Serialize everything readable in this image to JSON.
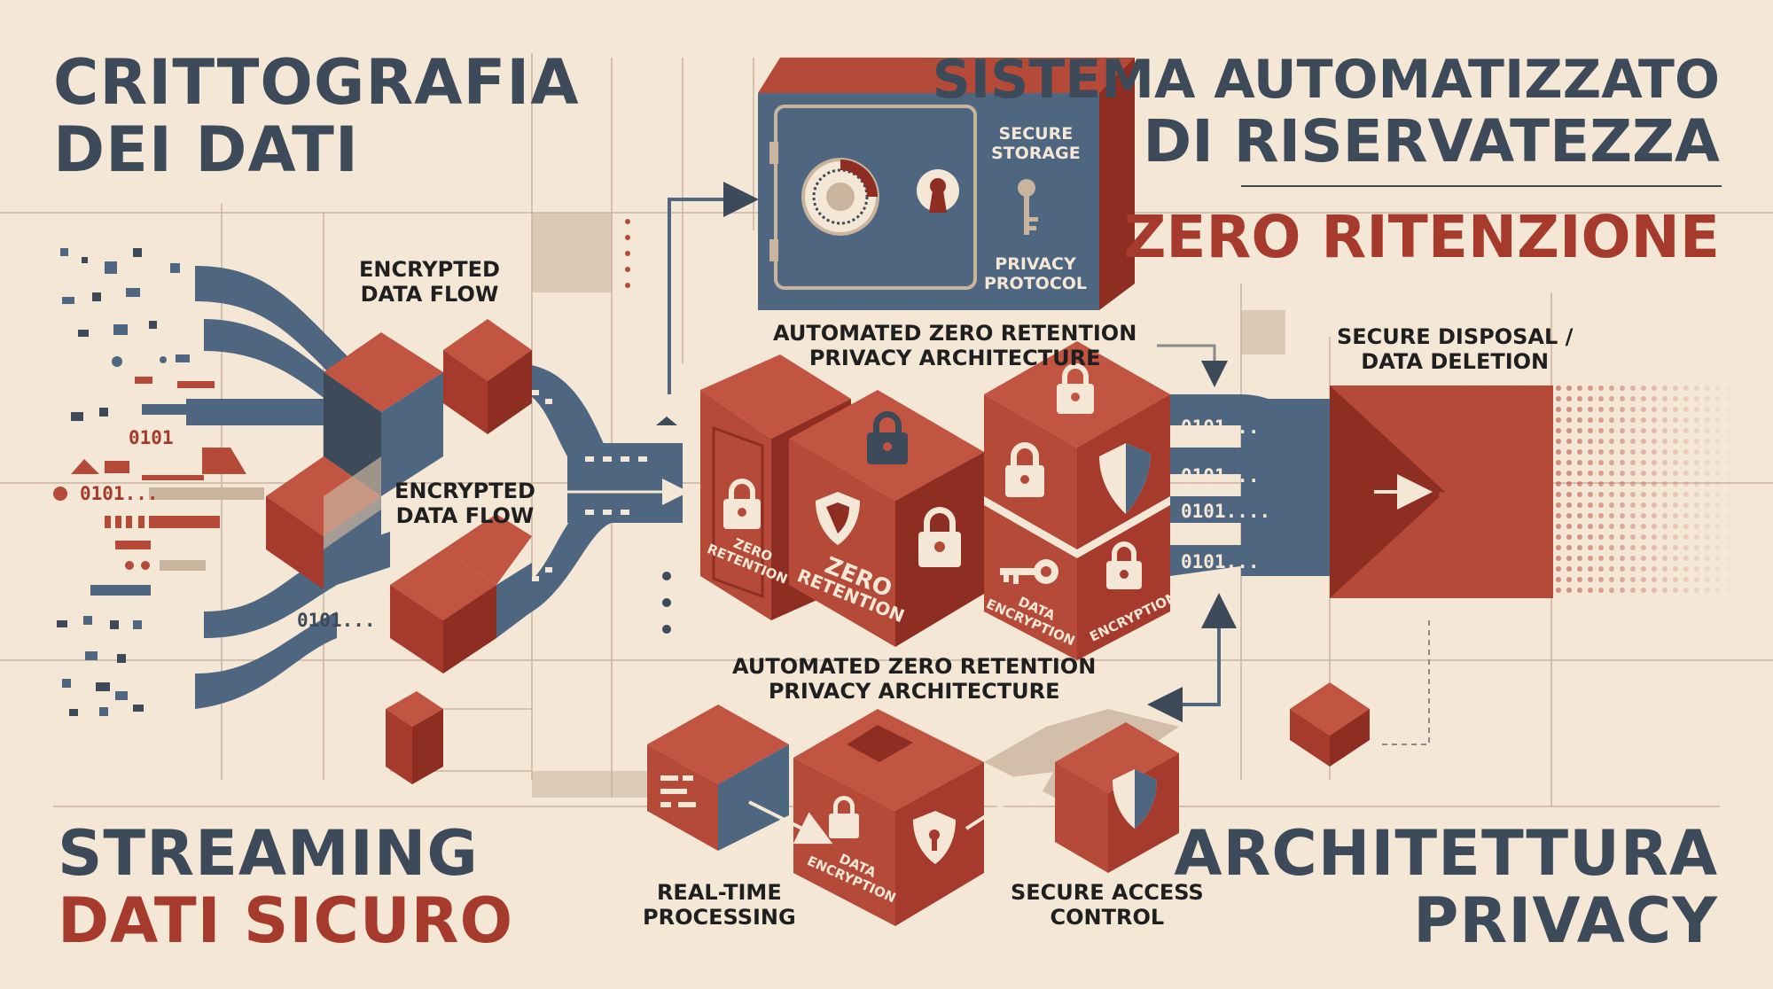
{
  "corners": {
    "top_left": [
      "CRITTOGRAFIA",
      "DEI DATI"
    ],
    "top_right": [
      "SISTEMA AUTOMATIZZATO",
      "DI RISERVATEZZA"
    ],
    "top_right_sub": "ZERO RITENZIONE",
    "bottom_left": [
      "STREAMING",
      "DATI SICURO"
    ],
    "bottom_right": [
      "ARCHITETTURA",
      "PRIVACY"
    ]
  },
  "labels": {
    "encrypted_flow_1": [
      "ENCRYPTED",
      "DATA FLOW"
    ],
    "encrypted_flow_2": [
      "ENCRYPTED",
      "DATA FLOW"
    ],
    "secure_storage": [
      "SECURE",
      "STORAGE"
    ],
    "privacy_protocol": [
      "PRIVACY",
      "PROTOCOL"
    ],
    "architecture_top": [
      "AUTOMATED ZERO RETENTION",
      "PRIVACY ARCHITECTURE"
    ],
    "architecture_bottom": [
      "AUTOMATED ZERO RETENTION",
      "PRIVACY ARCHITECTURE"
    ],
    "secure_disposal": [
      "SECURE DISPOSAL /",
      "DATA DELETION"
    ],
    "real_time": [
      "REAL-TIME",
      "PROCESSING"
    ],
    "access_control": [
      "SECURE ACCESS",
      "CONTROL"
    ]
  },
  "cube_labels": {
    "zero_retention_a": [
      "ZERO",
      "RETENTION"
    ],
    "zero_retention_b": [
      "ZERO",
      "RETENTION"
    ],
    "data_encryption_a": [
      "DATA",
      "ENCRYPTION"
    ],
    "encryption": "ENCRYPTION",
    "data_encryption_b": [
      "DATA",
      "ENCRYPTION"
    ]
  },
  "binary": {
    "left_a": "0101",
    "left_b": "0101...",
    "left_c": "0101...",
    "right": [
      "0101...",
      "0101...",
      "0101....",
      "0101..."
    ]
  },
  "colors": {
    "background": "#f4e7d6",
    "slate": "#4f6680",
    "rust": "#b54a38",
    "rust_dark": "#8e2e22",
    "ink": "#3d4a5a"
  },
  "icons": [
    "padlock-icon",
    "shield-icon",
    "key-icon",
    "safe-dial-icon",
    "keyhole-icon",
    "arrow-icon"
  ]
}
